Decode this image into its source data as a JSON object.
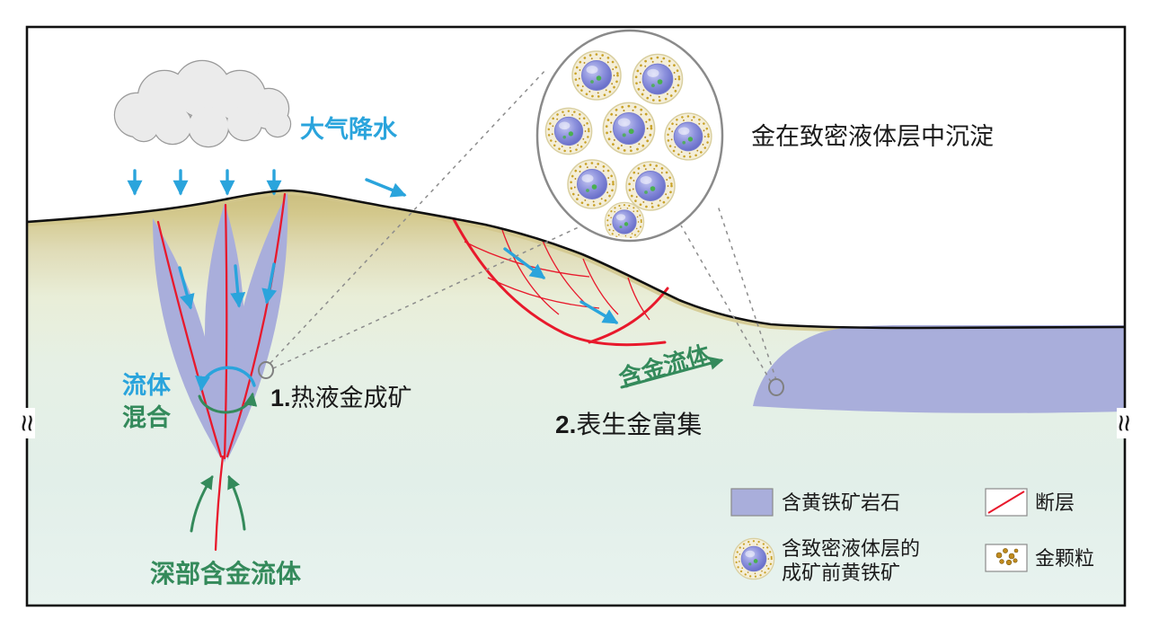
{
  "figure": {
    "type": "geological-process-diagram",
    "annotations": {
      "precipitation": "大气降水",
      "fluid_mixing_line1": "流体",
      "fluid_mixing_line2": "混合",
      "process1_number": "1.",
      "process1_name": "热液金成矿",
      "process2_number": "2.",
      "process2_name": "表生金富集",
      "gold_fluid": "含金流体",
      "deep_fluid": "深部含金流体",
      "inset_caption": "金在致密液体层中沉淀",
      "break_symbol_left": "≈",
      "break_symbol_right": "≈"
    },
    "legend": {
      "pyrite_rock": "含黄铁矿岩石",
      "fault": "断层",
      "pre_ore_pyrite_line1": "含致密液体层的",
      "pre_ore_pyrite_line2": "成矿前黄铁矿",
      "gold_particles": "金颗粒"
    },
    "colors": {
      "blue": "#2AA4DC",
      "green": "#348A5B",
      "red": "#E8192C",
      "lavender": "#A9AEDB",
      "gold": "#C9A227",
      "terrain_tan": "#CABD7D",
      "terrain_pale": "#E8F3EF",
      "gray": "#8C8C8C",
      "black": "#1A1A1A"
    }
  }
}
